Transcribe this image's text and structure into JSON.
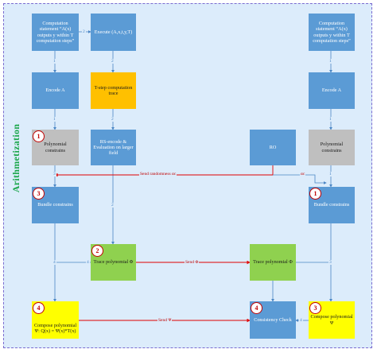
{
  "diagram": {
    "title": "Arithmetization",
    "nodes": {
      "computation_left": "Computation statement “A(x) outputs y within T computation steps”",
      "execute": "Execute (A,x,t,y,T)",
      "computation_right": "Computation statement “A(x) outputs y within T computation steps”",
      "encode_left": "Encode A",
      "trace": "T-step computation trace",
      "encode_right": "Encode A",
      "poly_left": "Polynomial constrains",
      "rs_encode": "RS-encode & Evaluation on larger field",
      "ro": "RO",
      "poly_right": "Polynomial constrains",
      "bundle_left": "Bundle constrains",
      "bundle_right": "Bundle constrains",
      "trace_poly_left": "Trace polynomial Φ",
      "trace_poly_right": "Trace polynomial Φ",
      "compose_left": "Compose polynomial Ψ: Q(x) = Ψ(x)*T(x)",
      "consistency": "Consistency Check",
      "compose_right": "Compose polynomial Ψ"
    },
    "badges": {
      "poly_left": "1",
      "bundle_left": "3",
      "trace_poly_left": "2",
      "compose_left": "4",
      "bundle_right": "1",
      "consistency": "4",
      "compose_right": "3"
    },
    "edge_labels": {
      "send_randomness": "Send randomness αc",
      "alpha_c": "αc",
      "send_phi": "Send Φ",
      "send_psi": "Send Ψ",
      "e_comp_exec": "2",
      "e_comp_enc_l": "1",
      "e_exec_trace": "2",
      "e_comp_enc_r": "1",
      "e_enc_poly_l": "1",
      "e_trace_rs": "2",
      "e_enc_poly_r": "1",
      "e_poly_bundle_l": "3",
      "e_rs_tracepoly": "2",
      "e_poly_bundle_r": "1",
      "e_bundle_compose_l": "4",
      "e_tracepoly_compose": "4",
      "e_bundle_compose_r": "3",
      "e_compose_consistency": "4"
    },
    "colors": {
      "background": "#dcecfb",
      "blue": "#5b9bd5",
      "orange": "#ffc000",
      "gray": "#bfbfbf",
      "green": "#8fd14f",
      "yellow": "#ffff00",
      "red_edge": "#e00000",
      "blue_edge": "#4a86c5",
      "title": "#1aa64a"
    }
  }
}
